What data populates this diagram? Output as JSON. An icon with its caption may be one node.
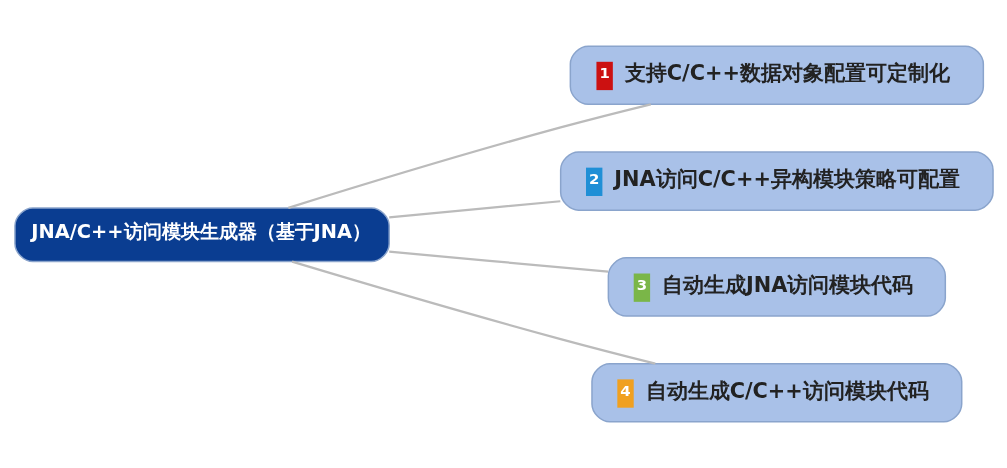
{
  "diagram": {
    "nodes": [
      {
        "text": [
          "JNA/C++访问模块生成器（基于JNA）"
        ]
      },
      {
        "text": [
          "1",
          "支持C/C++数据对象配置可定制化"
        ]
      },
      {
        "text": [
          "2",
          "JNA访问C/C++异构模块策略可配置"
        ]
      },
      {
        "text": [
          "3",
          "自动生成JNA访问模块代码"
        ]
      },
      {
        "text": [
          "4",
          "自动生成C/C++访问模块代码"
        ]
      }
    ],
    "edges": [
      {
        "from": 0,
        "to": 1,
        "arrow": "none"
      },
      {
        "from": 0,
        "to": 2,
        "arrow": "none"
      },
      {
        "from": 0,
        "to": 3,
        "arrow": "none"
      },
      {
        "from": 0,
        "to": 4,
        "arrow": "none"
      }
    ]
  }
}
